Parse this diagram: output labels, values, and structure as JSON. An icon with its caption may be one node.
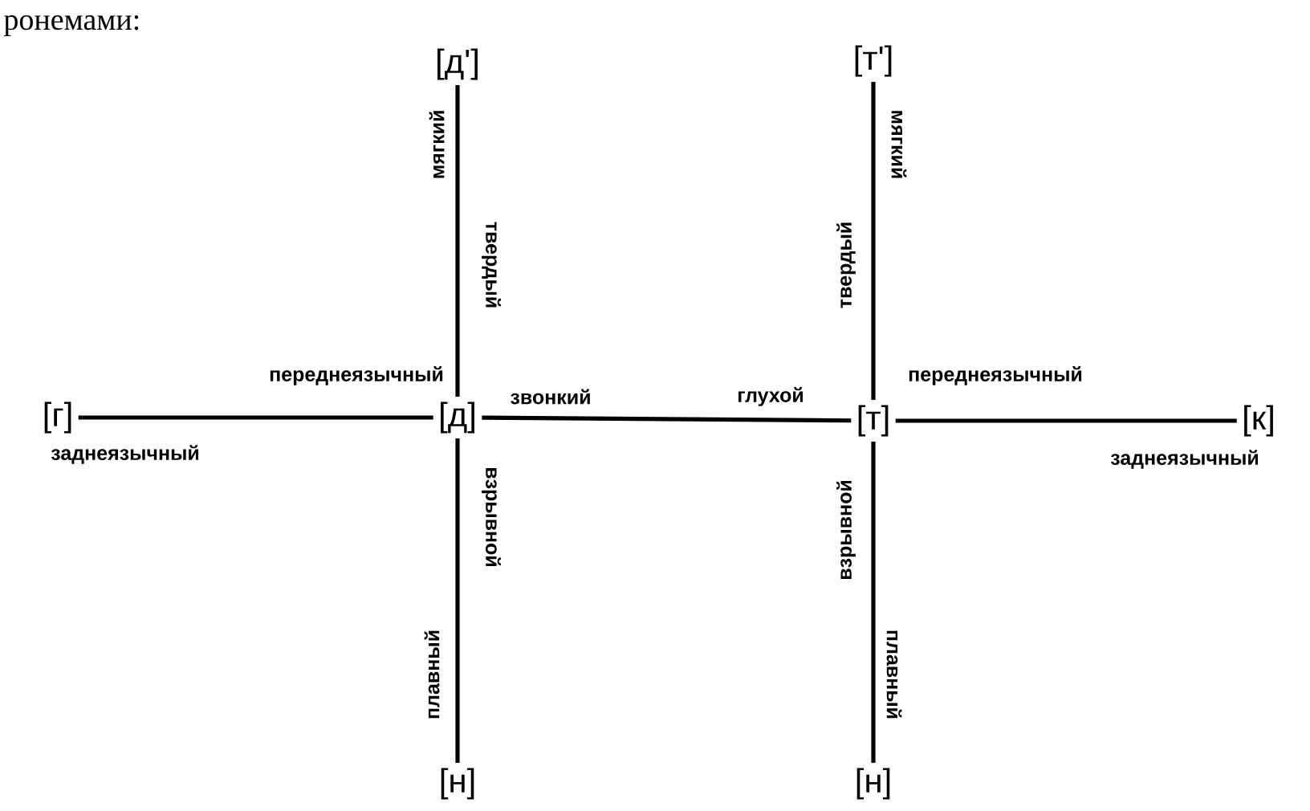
{
  "diagram": {
    "nodes": [
      {
        "text": [
          "[д']"
        ],
        "beside": [
          "мягкий"
        ]
      },
      {
        "text": [
          "[т']"
        ],
        "beside": [
          "мягкий"
        ]
      },
      {
        "text": [
          "[г]"
        ],
        "beside": [
          "заднеязычный"
        ]
      },
      {
        "text": [
          "[д]"
        ],
        "beside": [
          "твердый",
          "переднеязычный",
          "звонкий",
          "взрывной"
        ]
      },
      {
        "text": [
          "[т]"
        ],
        "beside": [
          "твердый",
          "переднеязычный",
          "глухой",
          "взрывной"
        ]
      },
      {
        "text": [
          "[к]"
        ],
        "beside": [
          "заднеязычный"
        ]
      },
      {
        "text": [
          "[н]"
        ],
        "beside": [
          "плавный"
        ]
      },
      {
        "text": [
          "[н]"
        ],
        "beside": [
          "плавный"
        ]
      }
    ],
    "edges": [
      {
        "from": 0,
        "to": 3,
        "arrow": "none"
      },
      {
        "from": 1,
        "to": 4,
        "arrow": "none"
      },
      {
        "from": 2,
        "to": 3,
        "arrow": "none"
      },
      {
        "from": 3,
        "to": 4,
        "arrow": "none"
      },
      {
        "from": 4,
        "to": 5,
        "arrow": "none"
      },
      {
        "from": 3,
        "to": 6,
        "arrow": "none"
      },
      {
        "from": 4,
        "to": 7,
        "arrow": "none"
      }
    ],
    "labels": [
      "ронемами:"
    ]
  }
}
